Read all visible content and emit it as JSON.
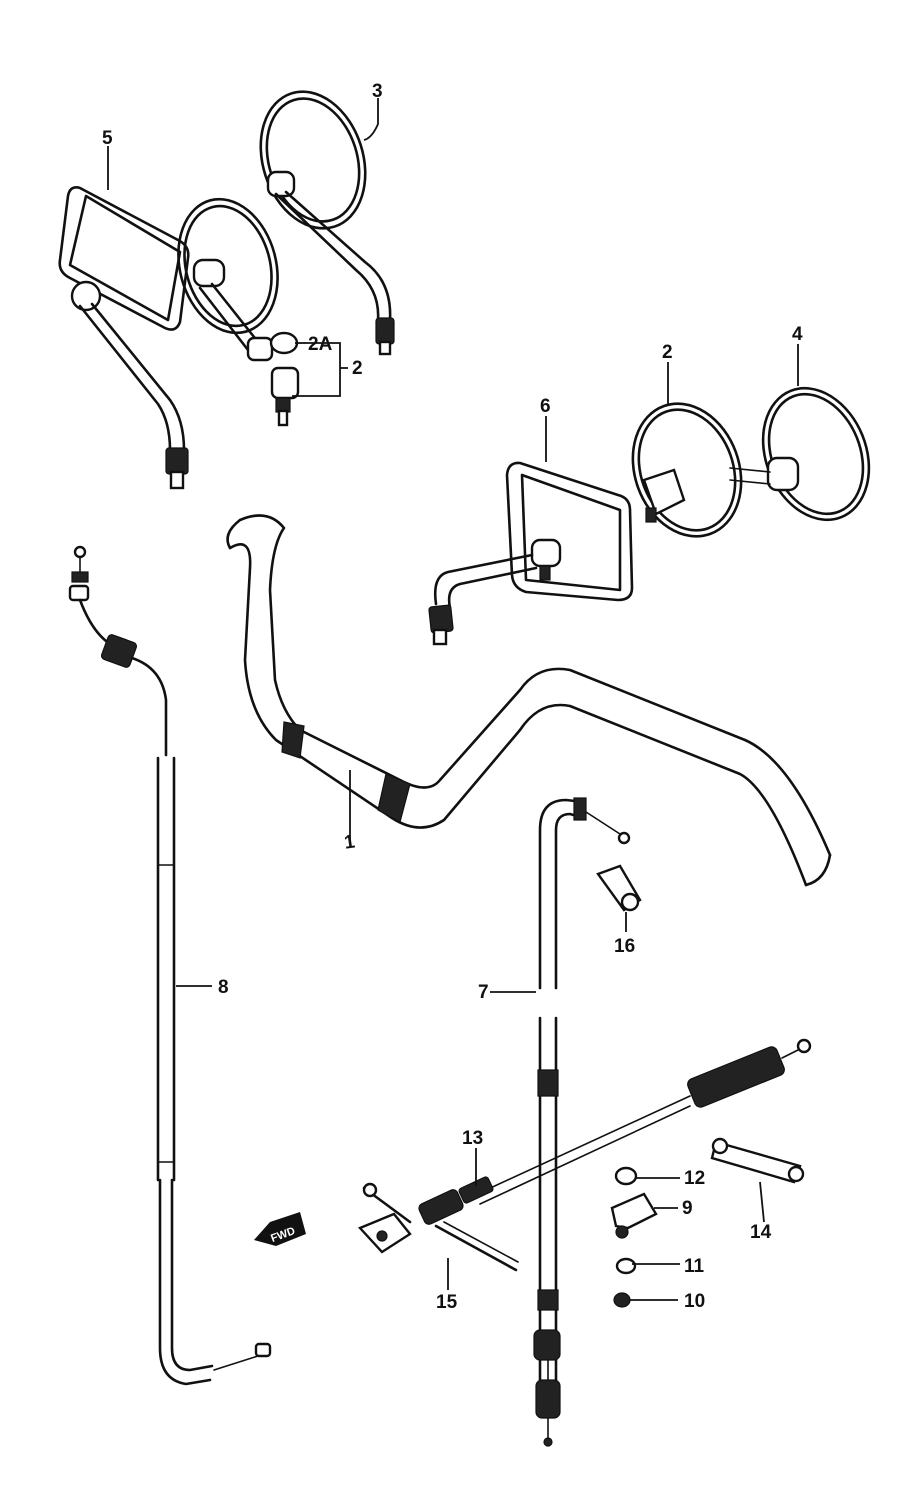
{
  "callouts": {
    "c1": "1",
    "c2a": "2A",
    "c2_left": "2",
    "c2_right": "2",
    "c3": "3",
    "c4": "4",
    "c5": "5",
    "c6": "6",
    "c7": "7",
    "c8": "8",
    "c9": "9",
    "c10": "10",
    "c11": "11",
    "c12": "12",
    "c13": "13",
    "c14": "14",
    "c15": "15",
    "c16": "16"
  },
  "front_arrow": "FWD"
}
